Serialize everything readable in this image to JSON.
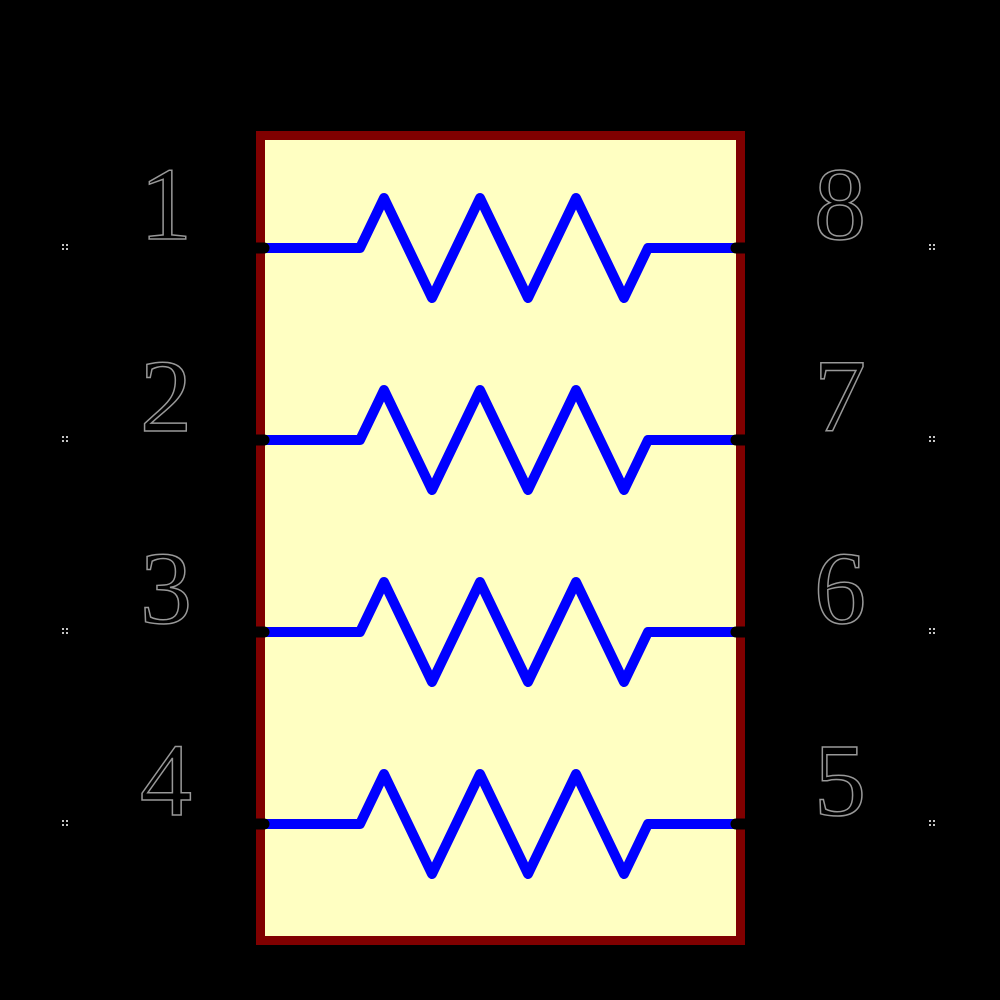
{
  "colors": {
    "background": "#000000",
    "body_fill": "#FFFFC2",
    "body_outline": "#800000",
    "resistor": "#0000FF",
    "pin_wire": "#000000",
    "pin_number": "#000000",
    "pin_number_outline": "#989898",
    "pin_end_marker": "#C4C4C4"
  },
  "rows": [
    {
      "left_pin": "1",
      "right_pin": "8"
    },
    {
      "left_pin": "2",
      "right_pin": "7"
    },
    {
      "left_pin": "3",
      "right_pin": "6"
    },
    {
      "left_pin": "4",
      "right_pin": "5"
    }
  ]
}
